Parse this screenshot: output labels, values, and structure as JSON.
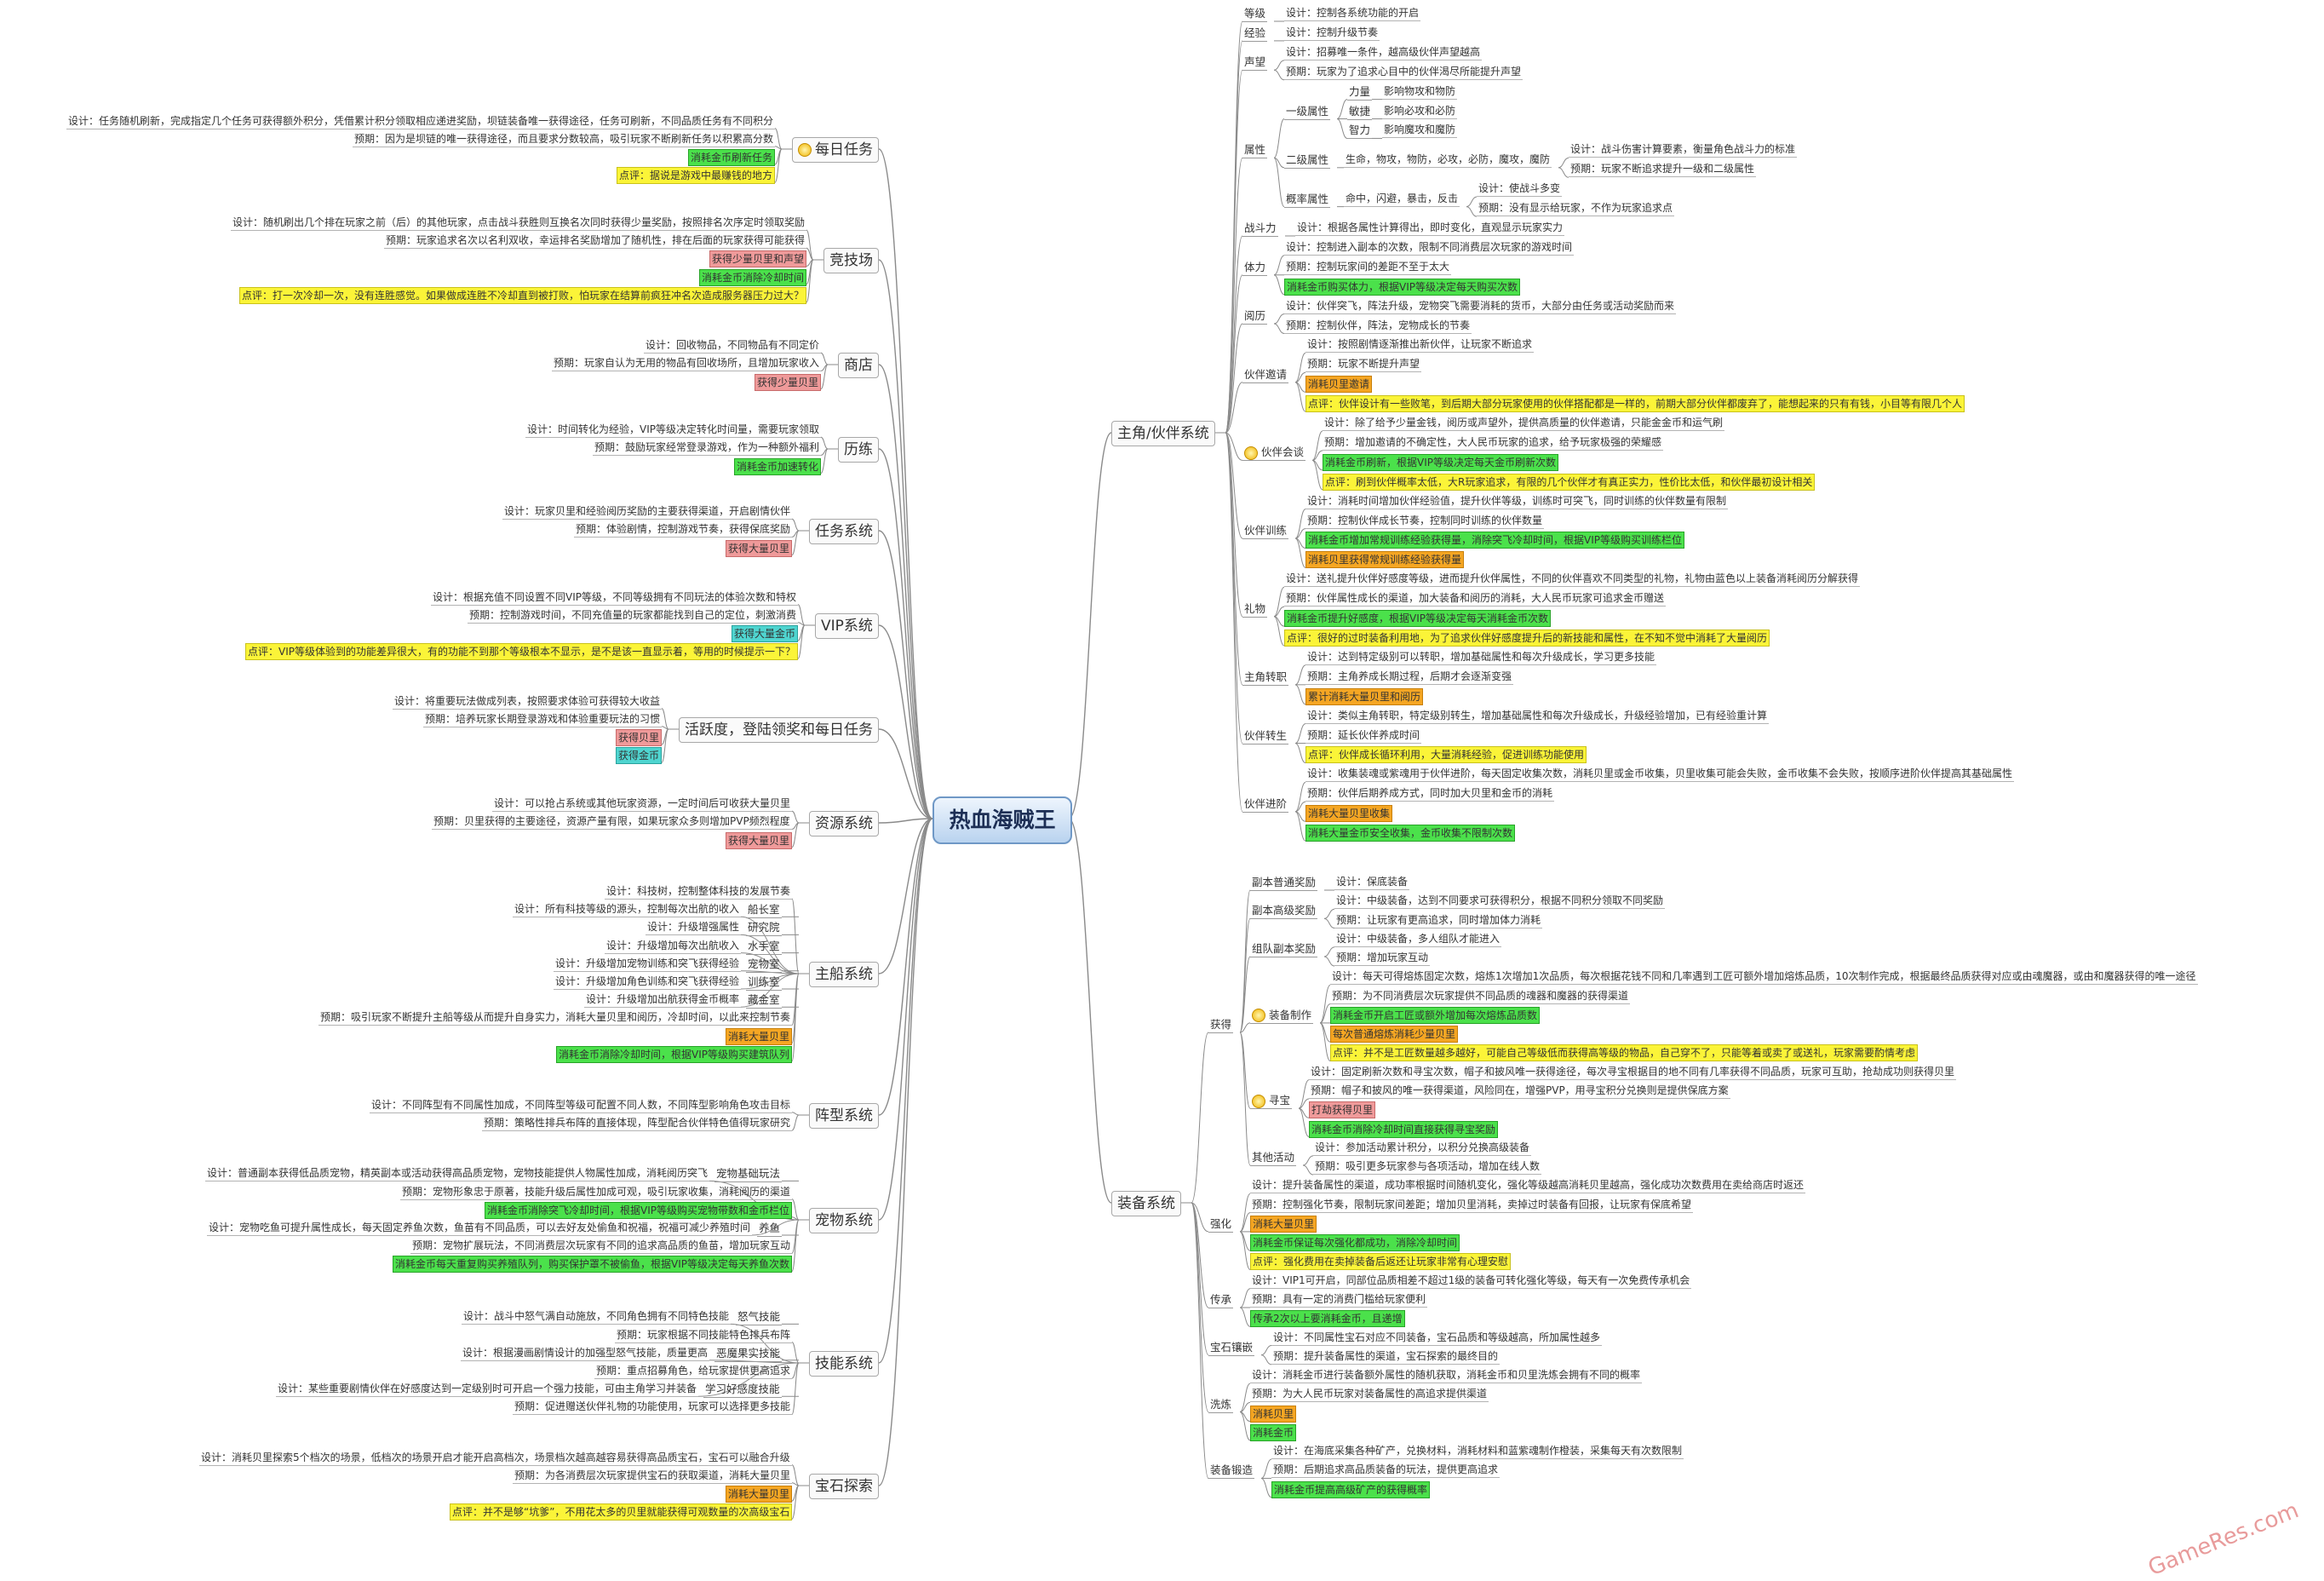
{
  "root": "热血海贼王",
  "watermark": "GameRes.com",
  "bulbs": [
    "每日任务",
    "伙伴会谈",
    "装备制作",
    "寻宝"
  ],
  "colors": {
    "green": "#4be14b",
    "yellow": "#fbf438",
    "orange": "#f5a623",
    "pink": "#ef9a9a",
    "cyan": "#4fd5d0",
    "line": "#8a8a8a"
  },
  "left_branches": [
    {
      "label": "每日任务",
      "children": [
        {
          "t": "设计：任务随机刷新，完成指定几个任务可获得额外积分，凭借累计积分领取相应递进奖励，坝链装备唯一获得途径，任务可刷新，不同品质任务有不同积分"
        },
        {
          "t": "预期：因为是坝链的唯一获得途径，而且要求分数较高，吸引玩家不断刷新任务以积累高分数"
        },
        {
          "t": "消耗金币刷新任务",
          "c": "green"
        },
        {
          "t": "点评：据说是游戏中最赚钱的地方",
          "c": "yellow"
        }
      ]
    },
    {
      "label": "竞技场",
      "children": [
        {
          "t": "设计：随机刷出几个排在玩家之前（后）的其他玩家，点击战斗获胜则互换名次同时获得少量奖励，按照排名次序定时领取奖励"
        },
        {
          "t": "预期：玩家追求名次以名利双收，幸运排名奖励增加了随机性，排在后面的玩家获得可能获得"
        },
        {
          "t": "获得少量贝里和声望",
          "c": "pink"
        },
        {
          "t": "消耗金币消除冷却时间",
          "c": "green"
        },
        {
          "t": "点评：打一次冷却一次，没有连胜感觉。如果做成连胜不冷却直到被打败，怕玩家在结算前疯狂冲名次造成服务器压力过大？",
          "c": "yellow"
        }
      ]
    },
    {
      "label": "商店",
      "children": [
        {
          "t": "设计：回收物品，不同物品有不同定价"
        },
        {
          "t": "预期：玩家自认为无用的物品有回收场所，且增加玩家收入"
        },
        {
          "t": "获得少量贝里",
          "c": "pink"
        }
      ]
    },
    {
      "label": "历练",
      "children": [
        {
          "t": "设计：时间转化为经验，VIP等级决定转化时间量，需要玩家领取"
        },
        {
          "t": "预期：鼓励玩家经常登录游戏，作为一种额外福利"
        },
        {
          "t": "消耗金币加速转化",
          "c": "green"
        }
      ]
    },
    {
      "label": "任务系统",
      "children": [
        {
          "t": "设计：玩家贝里和经验阅历奖励的主要获得渠道，开启剧情伙伴"
        },
        {
          "t": "预期：体验剧情，控制游戏节奏，获得保底奖励"
        },
        {
          "t": "获得大量贝里",
          "c": "pink"
        }
      ]
    },
    {
      "label": "VIP系统",
      "children": [
        {
          "t": "设计：根据充值不同设置不同VIP等级，不同等级拥有不同玩法的体验次数和特权"
        },
        {
          "t": "预期：控制游戏时间，不同充值量的玩家都能找到自己的定位，刺激消费"
        },
        {
          "t": "获得大量金币",
          "c": "cyan"
        },
        {
          "t": "点评：VIP等级体验到的功能差异很大，有的功能不到那个等级根本不显示，是不是该一直显示着，等用的时候提示一下？",
          "c": "yellow"
        }
      ]
    },
    {
      "label": "活跃度，登陆领奖和每日任务",
      "children": [
        {
          "t": "设计：将重要玩法做成列表，按照要求体验可获得较大收益"
        },
        {
          "t": "预期：培养玩家长期登录游戏和体验重要玩法的习惯"
        },
        {
          "t": "获得贝里",
          "c": "pink"
        },
        {
          "t": "获得金币",
          "c": "cyan"
        }
      ]
    },
    {
      "label": "资源系统",
      "children": [
        {
          "t": "设计：可以抢占系统或其他玩家资源，一定时间后可收获大量贝里"
        },
        {
          "t": "预期：贝里获得的主要途径，资源产量有限，如果玩家众多则增加PVP频烈程度"
        },
        {
          "t": "获得大量贝里",
          "c": "pink"
        }
      ]
    },
    {
      "label": "主船系统",
      "children": [
        {
          "t": "设计：科技树，控制整体科技的发展节奏"
        },
        {
          "t": "设计：所有科技等级的源头，控制每次出航的收入",
          "sub": "船长室"
        },
        {
          "t": "设计：升级增强属性",
          "sub": "研究院"
        },
        {
          "t": "设计：升级增加每次出航收入",
          "sub": "水手室"
        },
        {
          "t": "设计：升级增加宠物训练和突飞获得经验",
          "sub": "宠物室"
        },
        {
          "t": "设计：升级增加角色训练和突飞获得经验",
          "sub": "训练室"
        },
        {
          "t": "设计：升级增加出航获得金币概率",
          "sub": "藏金室"
        },
        {
          "t": "预期：吸引玩家不断提升主船等级从而提升自身实力，消耗大量贝里和阅历，冷却时间，以此来控制节奏"
        },
        {
          "t": "消耗大量贝里",
          "c": "orange"
        },
        {
          "t": "消耗金币消除冷却时间，根据VIP等级购买建筑队列",
          "c": "green"
        }
      ]
    },
    {
      "label": "阵型系统",
      "children": [
        {
          "t": "设计：不同阵型有不同属性加成，不同阵型等级可配置不同人数，不同阵型影响角色攻击目标"
        },
        {
          "t": "预期：策略性排兵布阵的直接体现，阵型配合伙伴特色值得玩家研究"
        }
      ]
    },
    {
      "label": "宠物系统",
      "children": [
        {
          "t": "设计：普通副本获得低品质宠物，精英副本或活动获得高品质宠物，宠物技能提供人物属性加成，消耗阅历突飞",
          "sub": "宠物基础玩法"
        },
        {
          "t": "预期：宠物形象忠于原著，技能升级后属性加成可观，吸引玩家收集，消耗阅历的渠道"
        },
        {
          "t": "消耗金币消除突飞冷却时间，根据VIP等级购买宠物带数和金币栏位",
          "c": "green"
        },
        {
          "t": "设计：宠物吃鱼可提升属性成长，每天固定养鱼次数，鱼苗有不同品质，可以去好友处偷鱼和祝福，祝福可减少养殖时间",
          "sub": "养鱼"
        },
        {
          "t": "预期：宠物扩展玩法，不同消费层次玩家有不同的追求高品质的鱼苗，增加玩家互动"
        },
        {
          "t": "消耗金币每天重复购买养殖队列，购买保护罩不被偷鱼，根据VIP等级决定每天养鱼次数",
          "c": "green"
        }
      ]
    },
    {
      "label": "技能系统",
      "children": [
        {
          "t": "设计：战斗中怒气满自动施放，不同角色拥有不同特色技能",
          "sub": "怒气技能"
        },
        {
          "t": "预期：玩家根据不同技能特色排兵布阵"
        },
        {
          "t": "设计：根据漫画剧情设计的加强型怒气技能，质量更高",
          "sub": "恶魔果实技能"
        },
        {
          "t": "预期：重点招募角色，给玩家提供更高追求"
        },
        {
          "t": "设计：某些重要剧情伙伴在好感度达到一定级别时可开启一个强力技能，可由主角学习并装备",
          "sub": "学习好感度技能"
        },
        {
          "t": "预期：促进赠送伙伴礼物的功能使用，玩家可以选择更多技能"
        }
      ]
    },
    {
      "label": "宝石探索",
      "children": [
        {
          "t": "设计：消耗贝里探索5个档次的场景，低档次的场景开启才能开启高档次，场景档次越高越容易获得高品质宝石，宝石可以融合升级"
        },
        {
          "t": "预期：为各消费层次玩家提供宝石的获取渠道，消耗大量贝里"
        },
        {
          "t": "消耗大量贝里",
          "c": "orange"
        },
        {
          "t": "点评：并不是够“坑爹”，不用花太多的贝里就能获得可观数量的次高级宝石",
          "c": "yellow"
        }
      ]
    }
  ],
  "right_branches": [
    {
      "label": "主角/伙伴系统",
      "children": [
        {
          "sub": "等级",
          "items": [
            {
              "t": "设计：控制各系统功能的开启"
            }
          ]
        },
        {
          "sub": "经验",
          "items": [
            {
              "t": "设计：控制升级节奏"
            }
          ]
        },
        {
          "sub": "声望",
          "items": [
            {
              "t": "设计：招募唯一条件，越高级伙伴声望越高"
            },
            {
              "t": "预期：玩家为了追求心目中的伙伴渴尽所能提升声望"
            }
          ]
        },
        {
          "sub": "属性",
          "items": [
            {
              "sub2": "一级属性",
              "kids": [
                {
                  "k": "力量",
                  "t": "影响物攻和物防"
                },
                {
                  "k": "敏捷",
                  "t": "影响必攻和必防"
                },
                {
                  "k": "智力",
                  "t": "影响魔攻和魔防"
                }
              ]
            },
            {
              "sub2": "二级属性",
              "t": "生命，物攻，物防，必攻，必防，魔攻，魔防",
              "kids": [
                {
                  "t": "设计：战斗伤害计算要素，衡量角色战斗力的标准"
                },
                {
                  "t": "预期：玩家不断追求提升一级和二级属性"
                }
              ]
            },
            {
              "sub2": "概率属性",
              "t": "命中，闪避，暴击，反击",
              "kids": [
                {
                  "t": "设计：使战斗多变"
                },
                {
                  "t": "预期：没有显示给玩家，不作为玩家追求点"
                }
              ]
            }
          ]
        },
        {
          "sub": "战斗力",
          "items": [
            {
              "t": "设计：根据各属性计算得出，即时变化，直观显示玩家实力"
            }
          ]
        },
        {
          "sub": "体力",
          "items": [
            {
              "t": "设计：控制进入副本的次数，限制不同消费层次玩家的游戏时间"
            },
            {
              "t": "预期：控制玩家间的差距不至于太大"
            },
            {
              "t": "消耗金币购买体力，根据VIP等级决定每天购买次数",
              "c": "green"
            }
          ]
        },
        {
          "sub": "阅历",
          "items": [
            {
              "t": "设计：伙伴突飞，阵法升级，宠物突飞需要消耗的货币，大部分由任务或活动奖励而来"
            },
            {
              "t": "预期：控制伙伴，阵法，宠物成长的节奏"
            }
          ]
        },
        {
          "sub": "伙伴邀请",
          "items": [
            {
              "t": "设计：按照剧情逐渐推出新伙伴，让玩家不断追求"
            },
            {
              "t": "预期：玩家不断提升声望"
            },
            {
              "t": "消耗贝里邀请",
              "c": "orange"
            },
            {
              "t": "点评：伙伴设计有一些败笔，到后期大部分玩家使用的伙伴搭配都是一样的，前期大部分伙伴都废弃了，能想起来的只有有钱，小目等有限几个人",
              "c": "yellow"
            }
          ]
        },
        {
          "sub": "伙伴会谈",
          "bulb": true,
          "items": [
            {
              "t": "设计：除了给予少量金钱，阅历或声望外，提供高质量的伙伴邀请，只能金金币和运气刷"
            },
            {
              "t": "预期：增加邀请的不确定性，大人民币玩家的追求，给予玩家极强的荣耀感"
            },
            {
              "t": "消耗金币刷新，根据VIP等级决定每天金币刷新次数",
              "c": "green"
            },
            {
              "t": "点评：刷到伙伴概率太低，大R玩家追求，有限的几个伙伴才有真正实力，性价比太低，和伙伴最初设计相关",
              "c": "yellow"
            }
          ]
        },
        {
          "sub": "伙伴训练",
          "items": [
            {
              "t": "设计：消耗时间增加伙伴经验值，提升伙伴等级，训练时可突飞，同时训练的伙伴数量有限制"
            },
            {
              "t": "预期：控制伙伴成长节奏，控制同时训练的伙伴数量"
            },
            {
              "t": "消耗金币增加常规训练经验获得量，消除突飞冷却时间，根据VIP等级购买训练栏位",
              "c": "green"
            },
            {
              "t": "消耗贝里获得常规训练经验获得量",
              "c": "orange"
            }
          ]
        },
        {
          "sub": "礼物",
          "items": [
            {
              "t": "设计：送礼提升伙伴好感度等级，进而提升伙伴属性，不同的伙伴喜欢不同类型的礼物，礼物由蓝色以上装备消耗阅历分解获得"
            },
            {
              "t": "预期：伙伴属性成长的渠道，加大装备和阅历的消耗，大人民币玩家可追求金币赠送"
            },
            {
              "t": "消耗金币提升好感度，根据VIP等级决定每天消耗金币次数",
              "c": "green"
            },
            {
              "t": "点评：很好的过时装备利用地，为了追求伙伴好感度提升后的新技能和属性，在不知不觉中消耗了大量阅历",
              "c": "yellow"
            }
          ]
        },
        {
          "sub": "主角转职",
          "items": [
            {
              "t": "设计：达到特定级别可以转职，增加基础属性和每次升级成长，学习更多技能"
            },
            {
              "t": "预期：主角养成长期过程，后期才会逐渐变强"
            },
            {
              "t": "累计消耗大量贝里和阅历",
              "c": "orange"
            }
          ]
        },
        {
          "sub": "伙伴转生",
          "items": [
            {
              "t": "设计：类似主角转职，特定级别转生，增加基础属性和每次升级成长，升级经验增加，已有经验重计算"
            },
            {
              "t": "预期：延长伙伴养成时间"
            },
            {
              "t": "点评：伙伴成长循环利用，大量消耗经验，促进训练功能使用",
              "c": "yellow"
            }
          ]
        },
        {
          "sub": "伙伴进阶",
          "items": [
            {
              "t": "设计：收集装魂或紫魂用于伙伴进阶，每天固定收集次数，消耗贝里或金币收集，贝里收集可能会失败，金币收集不会失败，按顺序进阶伙伴提高其基础属性"
            },
            {
              "t": "预期：伙伴后期养成方式，同时加大贝里和金币的消耗"
            },
            {
              "t": "消耗大量贝里收集",
              "c": "orange"
            },
            {
              "t": "消耗大量金币安全收集，金币收集不限制次数",
              "c": "green"
            }
          ]
        }
      ]
    },
    {
      "label": "装备系统",
      "children": [
        {
          "sub": "获得",
          "items": [
            {
              "sub2": "副本普通奖励",
              "kids": [
                {
                  "t": "设计：保底装备"
                }
              ]
            },
            {
              "sub2": "副本高级奖励",
              "kids": [
                {
                  "t": "设计：中级装备，达到不同要求可获得积分，根据不同积分领取不同奖励"
                },
                {
                  "t": "预期：让玩家有更高追求，同时增加体力消耗"
                }
              ]
            },
            {
              "sub2": "组队副本奖励",
              "kids": [
                {
                  "t": "设计：中级装备，多人组队才能进入"
                },
                {
                  "t": "预期：增加玩家互动"
                }
              ]
            },
            {
              "sub2": "装备制作",
              "bulb": true,
              "kids": [
                {
                  "t": "设计：每天可得熔炼固定次数，熔炼1次增加1次品质，每次根据花钱不同和几率遇到工匠可额外增加熔炼品质，10次制作完成，根据最终品质获得对应或由魂魔器，或由和魔器获得的唯一途径"
                },
                {
                  "t": "预期：为不同消费层次玩家提供不同品质的魂器和魔器的获得渠道"
                },
                {
                  "t": "消耗金币开启工匠或额外增加每次熔炼品质数",
                  "c": "green"
                },
                {
                  "t": "每次普通熔炼消耗少量贝里",
                  "c": "orange"
                },
                {
                  "t": "点评：并不是工匠数量越多越好，可能自己等级低而获得高等级的物品，自己穿不了，只能等着或卖了或送礼，玩家需要酌情考虑",
                  "c": "yellow"
                }
              ]
            },
            {
              "sub2": "寻宝",
              "bulb": true,
              "kids": [
                {
                  "t": "设计：固定刷新次数和寻宝次数，帽子和披风唯一获得途径，每次寻宝根据目的地不同有几率获得不同品质，玩家可互助，抢劫成功则获得贝里"
                },
                {
                  "t": "预期：帽子和披风的唯一获得渠道，风险同在，增强PVP，用寻宝积分兑换则是提供保底方案"
                },
                {
                  "t": "打劫获得贝里",
                  "c": "pink"
                },
                {
                  "t": "消耗金币消除冷却时间直接获得寻宝奖励",
                  "c": "green"
                }
              ]
            },
            {
              "sub2": "其他活动",
              "kids": [
                {
                  "t": "设计：参加活动累计积分，以积分兑换高级装备"
                },
                {
                  "t": "预期：吸引更多玩家参与各项活动，增加在线人数"
                }
              ]
            }
          ]
        },
        {
          "sub": "强化",
          "items": [
            {
              "t": "设计：提升装备属性的渠道，成功率根据时间随机变化，强化等级越高消耗贝里越高，强化成功次数费用在卖给商店时返还"
            },
            {
              "t": "预期：控制强化节奏，限制玩家间差距；增加贝里消耗，卖掉过时装备有回报，让玩家有保底希望"
            },
            {
              "t": "消耗大量贝里",
              "c": "orange"
            },
            {
              "t": "消耗金币保证每次强化都成功，消除冷却时间",
              "c": "green"
            },
            {
              "t": "点评：强化费用在卖掉装备后返还让玩家非常有心理安慰",
              "c": "yellow"
            }
          ]
        },
        {
          "sub": "传承",
          "items": [
            {
              "t": "设计：VIP1可开启，同部位品质相差不超过1级的装备可转化强化等级，每天有一次免费传承机会"
            },
            {
              "t": "预期：具有一定的消费门槛给玩家便利"
            },
            {
              "t": "传承2次以上要消耗金币，且递增",
              "c": "green"
            }
          ]
        },
        {
          "sub": "宝石镶嵌",
          "items": [
            {
              "t": "设计：不同属性宝石对应不同装备，宝石品质和等级越高，所加属性越多"
            },
            {
              "t": "预期：提升装备属性的渠道，宝石探索的最终目的"
            }
          ]
        },
        {
          "sub": "洗炼",
          "items": [
            {
              "t": "设计：消耗金币进行装备额外属性的随机获取，消耗金币和贝里洗炼会拥有不同的概率"
            },
            {
              "t": "预期：为大人民币玩家对装备属性的高追求提供渠道"
            },
            {
              "t": "消耗贝里",
              "c": "orange"
            },
            {
              "t": "消耗金币",
              "c": "green"
            }
          ]
        },
        {
          "sub": "装备锻造",
          "items": [
            {
              "t": "设计：在海底采集各种矿产，兑换材料，消耗材料和蓝紫魂制作橙装，采集每天有次数限制"
            },
            {
              "t": "预期：后期追求高品质装备的玩法，提供更高追求"
            },
            {
              "t": "消耗金币提高高级矿产的获得概率",
              "c": "green"
            }
          ]
        }
      ]
    }
  ]
}
